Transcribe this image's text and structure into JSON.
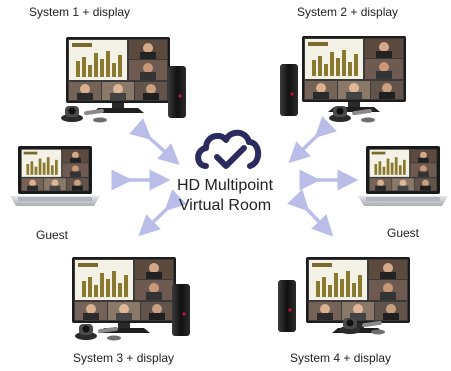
{
  "labels": {
    "system1": "System 1 + display",
    "system2": "System 2 + display",
    "system3": "System 3 + display",
    "system4": "System 4 + display",
    "guest_left": "Guest",
    "guest_right": "Guest"
  },
  "center": {
    "line1": "HD Multipoint",
    "line2": "Virtual Room",
    "icon": "cloud-check-icon"
  },
  "colors": {
    "cloud": "#2c2b5e",
    "arrow": "#b9bde8",
    "screen_bezel": "#1c1c1c",
    "laptop_body": "#c8cbd0"
  }
}
